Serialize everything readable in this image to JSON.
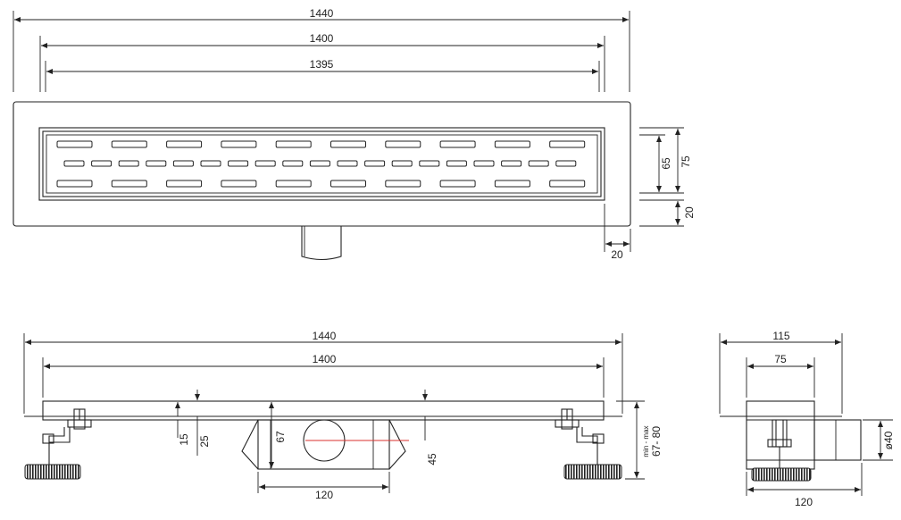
{
  "dimensions": {
    "top_total": "1440",
    "top_frame": "1400",
    "top_grate": "1395",
    "top_height_inner": "65",
    "top_height_outer": "75",
    "top_side_margin": "20",
    "top_bottom_margin": "20",
    "side_total": "1440",
    "side_frame": "1400",
    "side_15": "15",
    "side_25": "25",
    "side_67": "67",
    "side_45": "45",
    "side_range_small": "min - max",
    "side_range": "67- 80",
    "side_outlet_width": "120",
    "end_total": "115",
    "end_inner": "75",
    "end_outlet": "ø40",
    "end_width": "120"
  },
  "colors": {
    "line": "#222222",
    "centerline": "#d9302c"
  }
}
